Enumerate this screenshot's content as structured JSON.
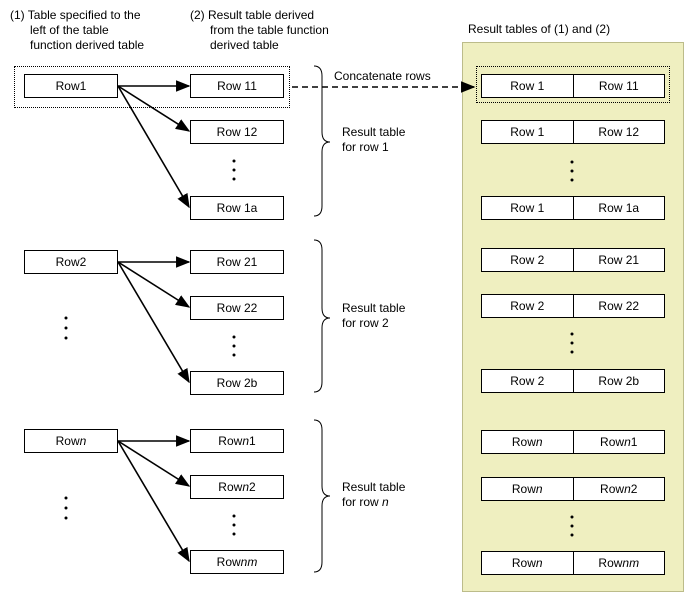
{
  "header": {
    "source_label": "(1) Table specified to the\n      left of the table\n      function derived table",
    "derived_label": "(2) Result table derived\n      from the table function\n      derived table",
    "result_label": "Result tables of (1) and (2)"
  },
  "concat_label": "Concatenate rows",
  "groups": [
    {
      "source": {
        "prefix": "Row ",
        "var": "",
        "suffix": "1"
      },
      "derived": [
        {
          "prefix": "Row 11",
          "var": "",
          "suffix": ""
        },
        {
          "prefix": "Row 12",
          "var": "",
          "suffix": ""
        },
        {
          "prefix": "Row 1a",
          "var": "",
          "suffix": ""
        }
      ],
      "brace_label": "Result table\nfor row 1",
      "results": [
        {
          "left": "Row 1",
          "right": "Row 11"
        },
        {
          "left": "Row 1",
          "right": "Row 12"
        },
        {
          "left": "Row 1",
          "right": "Row 1a"
        }
      ]
    },
    {
      "source": {
        "prefix": "Row ",
        "var": "",
        "suffix": "2"
      },
      "derived": [
        {
          "prefix": "Row 21",
          "var": "",
          "suffix": ""
        },
        {
          "prefix": "Row 22",
          "var": "",
          "suffix": ""
        },
        {
          "prefix": "Row 2b",
          "var": "",
          "suffix": ""
        }
      ],
      "brace_label": "Result table\nfor row 2",
      "results": [
        {
          "left": "Row 2",
          "right": "Row 21"
        },
        {
          "left": "Row 2",
          "right": "Row 22"
        },
        {
          "left": "Row 2",
          "right": "Row 2b"
        }
      ]
    },
    {
      "source": {
        "prefix": "Row ",
        "var": "n",
        "suffix": ""
      },
      "derived": [
        {
          "prefix": "Row ",
          "var": "n",
          "suffix": "1"
        },
        {
          "prefix": "Row ",
          "var": "n",
          "suffix": "2"
        },
        {
          "prefix": "Row ",
          "var": "nm",
          "suffix": ""
        }
      ],
      "brace_label_prefix": "Result table\nfor row ",
      "brace_label_var": "n",
      "results": [
        {
          "left_prefix": "Row ",
          "left_var": "n",
          "right_prefix": "Row ",
          "right_var": "n",
          "right_suffix": "1"
        },
        {
          "left_prefix": "Row ",
          "left_var": "n",
          "right_prefix": "Row ",
          "right_var": "n",
          "right_suffix": "2"
        },
        {
          "left_prefix": "Row ",
          "left_var": "n",
          "right_prefix": "Row ",
          "right_var": "nm",
          "right_suffix": ""
        }
      ]
    }
  ],
  "colors": {
    "result_panel": "#efefc0"
  }
}
